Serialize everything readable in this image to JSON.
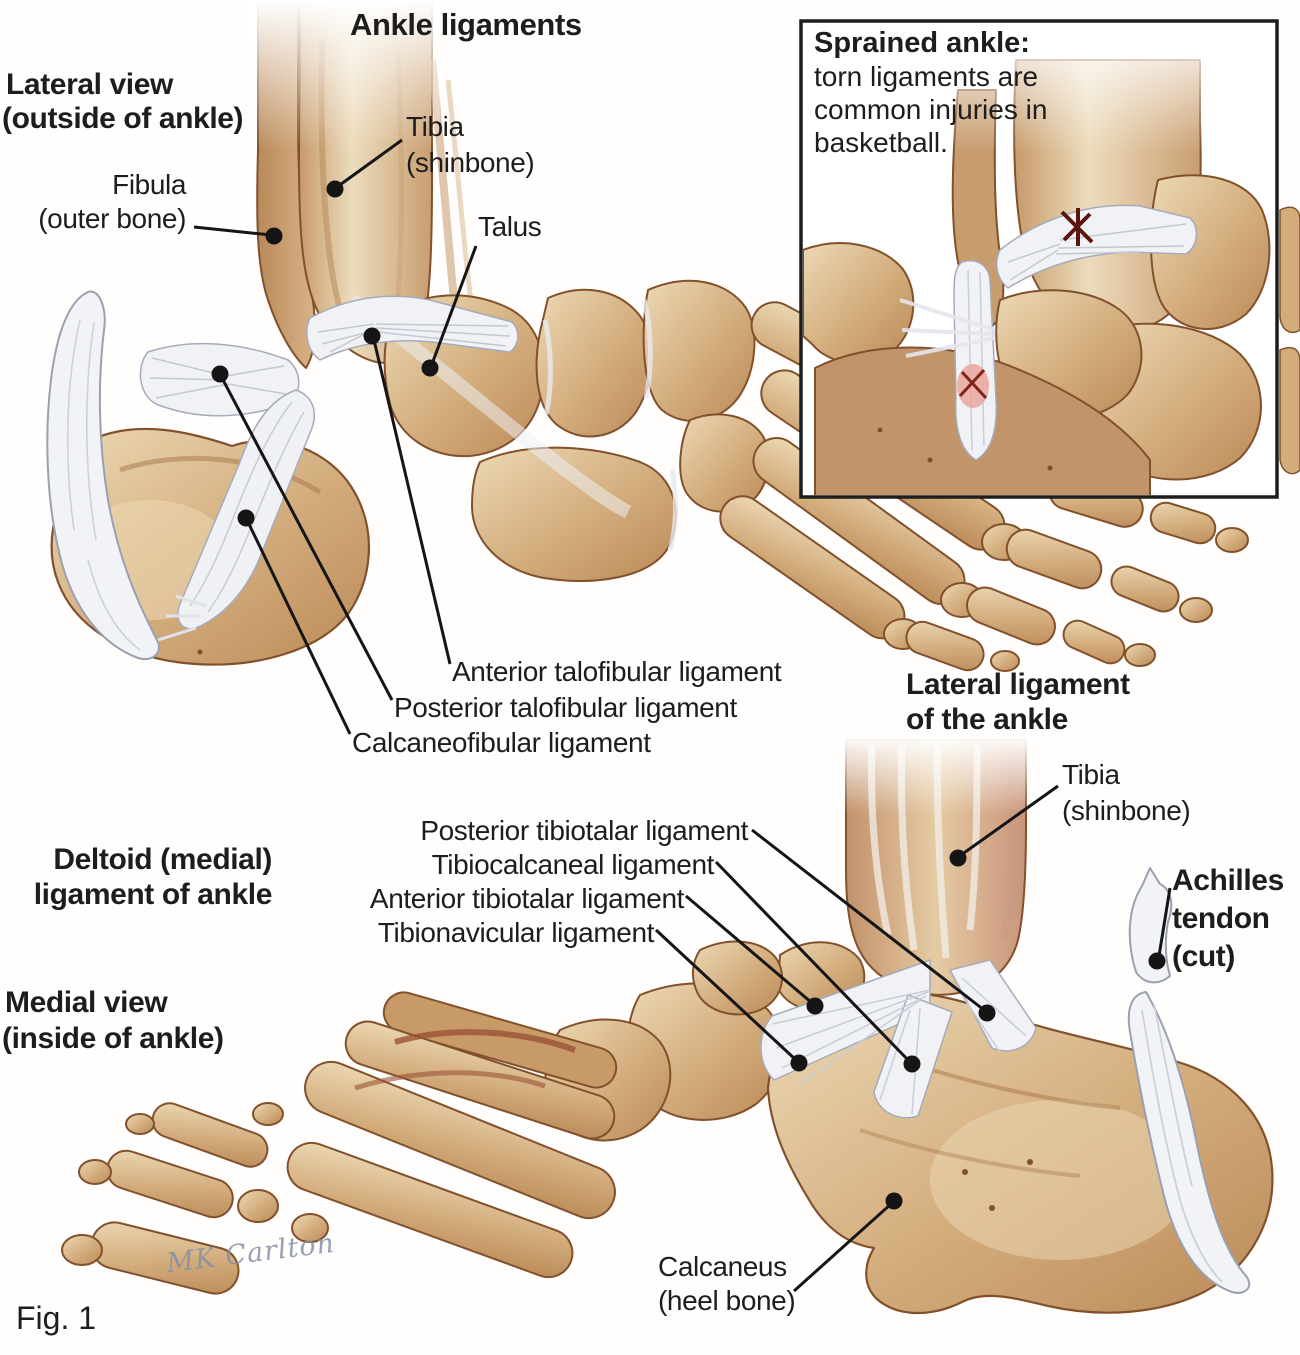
{
  "title": "Ankle ligaments",
  "fig_label": "Fig. 1",
  "signature": "MK Carlton",
  "colors": {
    "bone_light": "#ecd9b5",
    "bone_mid": "#d3ac7c",
    "bone_dark": "#bb8a58",
    "bone_outline": "#82512c",
    "ligament_white": "#f1f2f5",
    "ligament_stroke": "#9aa0af",
    "tear_red": "#5c150b",
    "tear_pink": "#eba69c",
    "leader_black": "#151515",
    "text": "#1d1d1d",
    "signature_gray": "#8590a6"
  },
  "inset": {
    "heading": "Sprained ankle:",
    "body_line1": "torn ligaments are",
    "body_line2": "common injuries in",
    "body_line3": "basketball."
  },
  "lateral_view": {
    "heading_line1": "Lateral view",
    "heading_line2": "(outside of ankle)",
    "labels": {
      "fibula_line1": "Fibula",
      "fibula_line2": "(outer bone)",
      "tibia_line1": "Tibia",
      "tibia_line2": "(shinbone)",
      "talus": "Talus",
      "anterior_talofibular": "Anterior talofibular ligament",
      "posterior_talofibular": "Posterior talofibular ligament",
      "calcaneofibular": "Calcaneofibular ligament"
    }
  },
  "medial_view": {
    "heading_line1": "Medial view",
    "heading_line2": "(inside of ankle)",
    "lateral_ligament_heading_line1": "Lateral ligament",
    "lateral_ligament_heading_line2": "of the ankle",
    "deltoid_heading_line1": "Deltoid (medial)",
    "deltoid_heading_line2": "ligament of ankle",
    "labels": {
      "tibia_line1": "Tibia",
      "tibia_line2": "(shinbone)",
      "achilles_line1": "Achilles",
      "achilles_line2": "tendon",
      "achilles_line3": "(cut)",
      "posterior_tibiotalar": "Posterior tibiotalar ligament",
      "tibiocalcaneal": "Tibiocalcaneal ligament",
      "anterior_tibiotalar": "Anterior tibiotalar ligament",
      "tibionavicular": "Tibionavicular ligament",
      "calcaneus_line1": "Calcaneus",
      "calcaneus_line2": "(heel bone)"
    }
  }
}
